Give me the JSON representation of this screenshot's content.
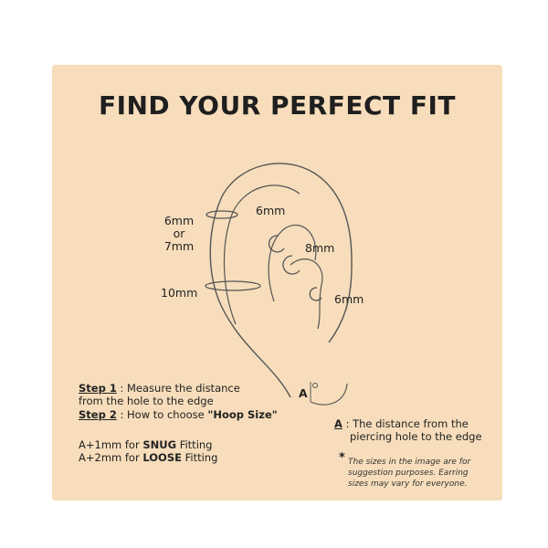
{
  "title": "FIND YOUR PERFECT FIT",
  "labels": {
    "helix_size_a": "6mm",
    "helix_or": "or",
    "helix_size_b": "7mm",
    "lobe_upper_size": "10mm",
    "conch_size": "6mm",
    "rook_size": "8mm",
    "tragus_size": "6mm",
    "measure_marker": "A"
  },
  "steps": {
    "step1_label": "Step 1",
    "step1_text": ": Measure the distance",
    "step1_text2": "from the hole to the edge",
    "step2_label": "Step 2",
    "step2_text": ": How to choose ",
    "step2_emph": "\"Hoop Size\""
  },
  "fitting": {
    "snug_prefix": "A+1mm for ",
    "snug_word": "SNUG",
    "snug_suffix": " Fitting",
    "loose_prefix": "A+2mm for ",
    "loose_word": "LOOSE",
    "loose_suffix": " Fitting"
  },
  "definition": {
    "marker": "A",
    "text1": ": The distance from the",
    "text2": "piercing hole to the edge"
  },
  "disclaimer": {
    "star": "*",
    "line1": "The sizes in the image are for",
    "line2": "suggestion purposes. Earring",
    "line3": "sizes may vary for everyone."
  },
  "colors": {
    "card": "#f7ddbb",
    "ink": "#222222",
    "outline": "#555555"
  }
}
